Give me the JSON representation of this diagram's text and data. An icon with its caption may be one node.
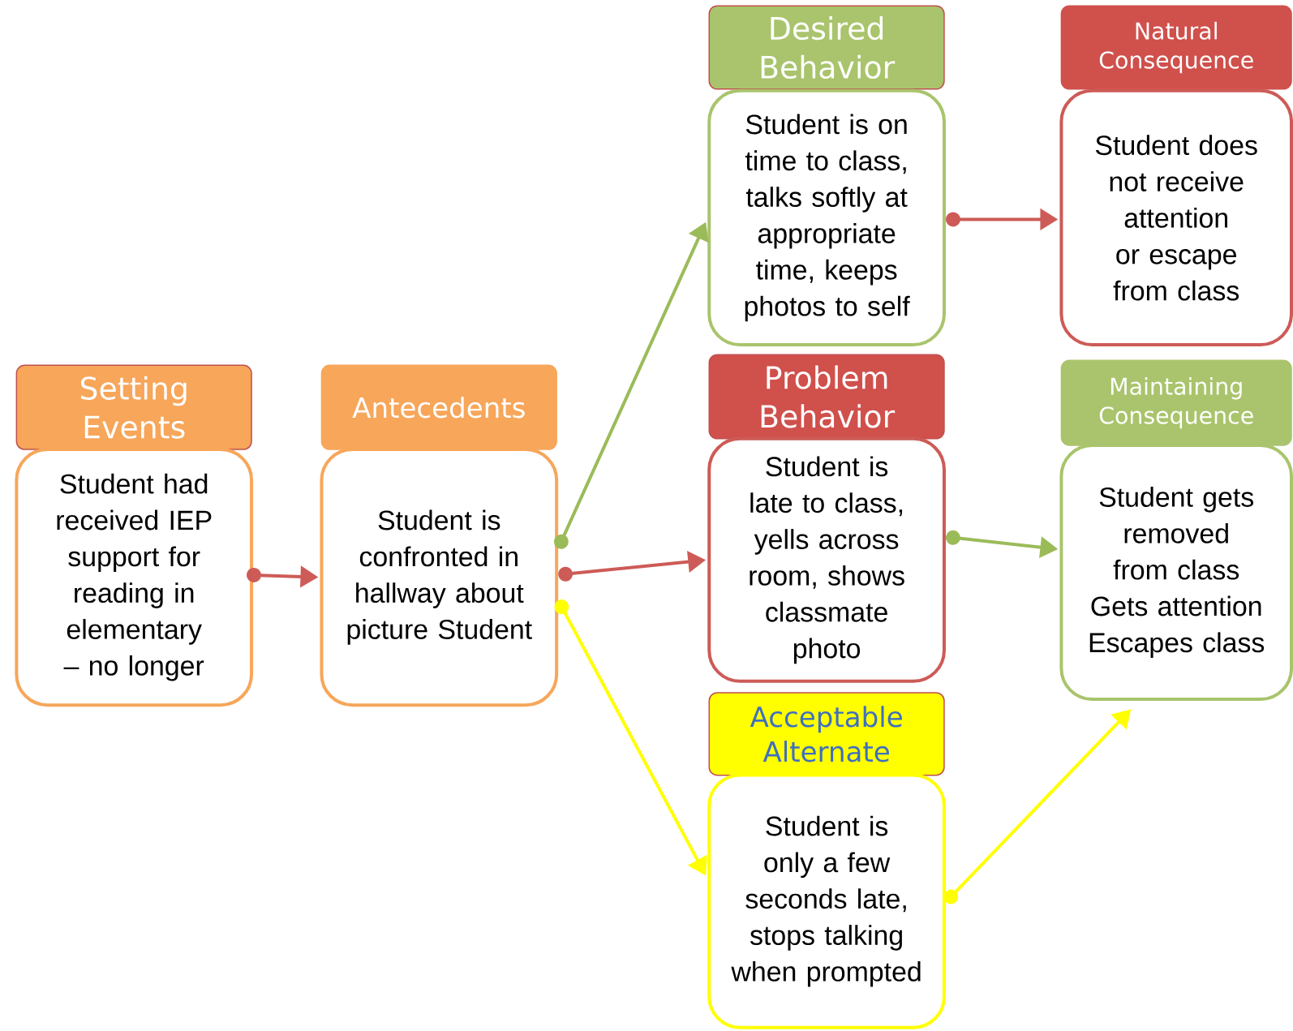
{
  "diagram": {
    "nodes": [
      {
        "text": [
          "Setting Events"
        ]
      },
      {
        "text": [
          "Student had received IEP support for reading in elementary – no longer"
        ]
      },
      {
        "text": [
          "Antecedents"
        ]
      },
      {
        "text": [
          "Student is confronted in hallway about picture Student"
        ]
      },
      {
        "text": [
          "Desired Behavior"
        ]
      },
      {
        "text": [
          "Student is on time to class, talks softly at appropriate time, keeps photos to self"
        ]
      },
      {
        "text": [
          "Problem Behavior"
        ]
      },
      {
        "text": [
          "Student is late to class, yells across room, shows classmate photo"
        ]
      },
      {
        "text": [
          "Acceptable Alternate"
        ]
      },
      {
        "text": [
          "Student is only a few seconds late, stops talking when prompted"
        ]
      },
      {
        "text": [
          "Natural Consequence"
        ]
      },
      {
        "text": [
          "Student does not receive attention or escape from class"
        ]
      },
      {
        "text": [
          "Maintaining Consequence"
        ]
      },
      {
        "text": [
          "Student gets removed from class",
          "Gets attention",
          "Escapes class"
        ]
      }
    ],
    "edges": [
      {
        "from": 1,
        "to": 3,
        "arrow": "to",
        "color": "#cd5b57"
      },
      {
        "from": 3,
        "to": 5,
        "arrow": "to",
        "color": "#9bbb59"
      },
      {
        "from": 3,
        "to": 7,
        "arrow": "to",
        "color": "#cd5b57"
      },
      {
        "from": 3,
        "to": 9,
        "arrow": "to",
        "color": "#ffff00"
      },
      {
        "from": 5,
        "to": 11,
        "arrow": "to",
        "color": "#cd5b57"
      },
      {
        "from": 7,
        "to": 13,
        "arrow": "to",
        "color": "#9bbb59"
      },
      {
        "from": 9,
        "to": 13,
        "arrow": "to",
        "color": "#ffff00"
      }
    ]
  }
}
